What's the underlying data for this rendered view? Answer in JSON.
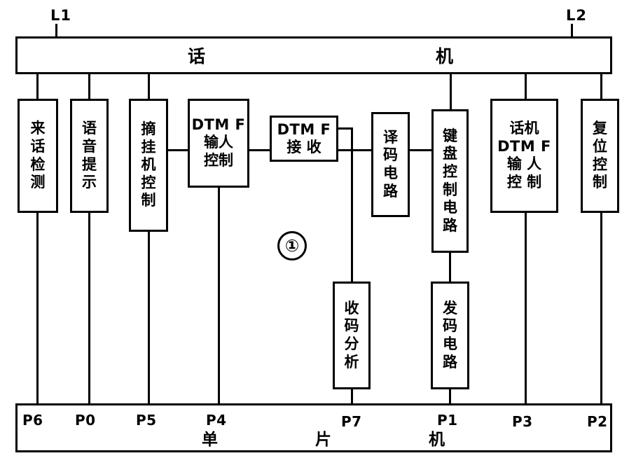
{
  "diagram": {
    "figure_marker": "①",
    "terminals": [
      {
        "id": "L1",
        "label": "L1"
      },
      {
        "id": "L2",
        "label": "L2"
      }
    ],
    "top_bus": {
      "name": "telephone-line-bus",
      "text_left": "话",
      "text_right": "机",
      "full_text": "话机"
    },
    "bottom_bus": {
      "name": "mcu-bus",
      "text_left": "单",
      "text_mid": "片",
      "text_right": "机",
      "full_text": "单片机",
      "ports": [
        {
          "id": "P6",
          "label": "P6"
        },
        {
          "id": "P0",
          "label": "P0"
        },
        {
          "id": "P5",
          "label": "P5"
        },
        {
          "id": "P4",
          "label": "P4"
        },
        {
          "id": "P7",
          "label": "P7"
        },
        {
          "id": "P1",
          "label": "P1"
        },
        {
          "id": "P3",
          "label": "P3"
        },
        {
          "id": "P2",
          "label": "P2"
        }
      ]
    },
    "blocks": [
      {
        "id": "incoming-call-detect",
        "lines": [
          "来",
          "话",
          "检",
          "测"
        ],
        "full_text": "来话检测",
        "port": "P6"
      },
      {
        "id": "voice-prompt",
        "lines": [
          "语",
          "音",
          "提",
          "示"
        ],
        "full_text": "语音提示",
        "port": "P0"
      },
      {
        "id": "hook-control",
        "lines": [
          "摘",
          "挂",
          "机",
          "控",
          "制"
        ],
        "full_text": "摘挂机控制",
        "port": "P5"
      },
      {
        "id": "dtmf-input-control",
        "lines": [
          "DTM F",
          "输人",
          "控制"
        ],
        "full_text": "DTMF输人控制",
        "port": "P4"
      },
      {
        "id": "dtmf-receive",
        "lines": [
          "DTM F",
          "接 收"
        ],
        "full_text": "DTMF接收"
      },
      {
        "id": "decode-circuit",
        "lines": [
          "译",
          "码",
          "电",
          "路"
        ],
        "full_text": "译码电路"
      },
      {
        "id": "keyboard-control-circuit",
        "lines": [
          "键",
          "盘",
          "控",
          "制",
          "电",
          "路"
        ],
        "full_text": "键盘控制电路"
      },
      {
        "id": "phone-dtmf-input-control",
        "lines": [
          "话机",
          "DTM F",
          "输  人",
          "控  制"
        ],
        "full_text": "话机DTMF输人控制"
      },
      {
        "id": "reset-control",
        "lines": [
          "复",
          "位",
          "控",
          "制"
        ],
        "full_text": "复位控制",
        "port": "P2"
      },
      {
        "id": "code-receive-analysis",
        "lines": [
          "收",
          "码",
          "分",
          "析"
        ],
        "full_text": "收码分析",
        "port": "P7"
      },
      {
        "id": "code-send-circuit",
        "lines": [
          "发",
          "码",
          "电",
          "路"
        ],
        "full_text": "发码电路",
        "port": "P1"
      }
    ],
    "colors": {
      "stroke": "#000000",
      "background": "#ffffff"
    }
  }
}
